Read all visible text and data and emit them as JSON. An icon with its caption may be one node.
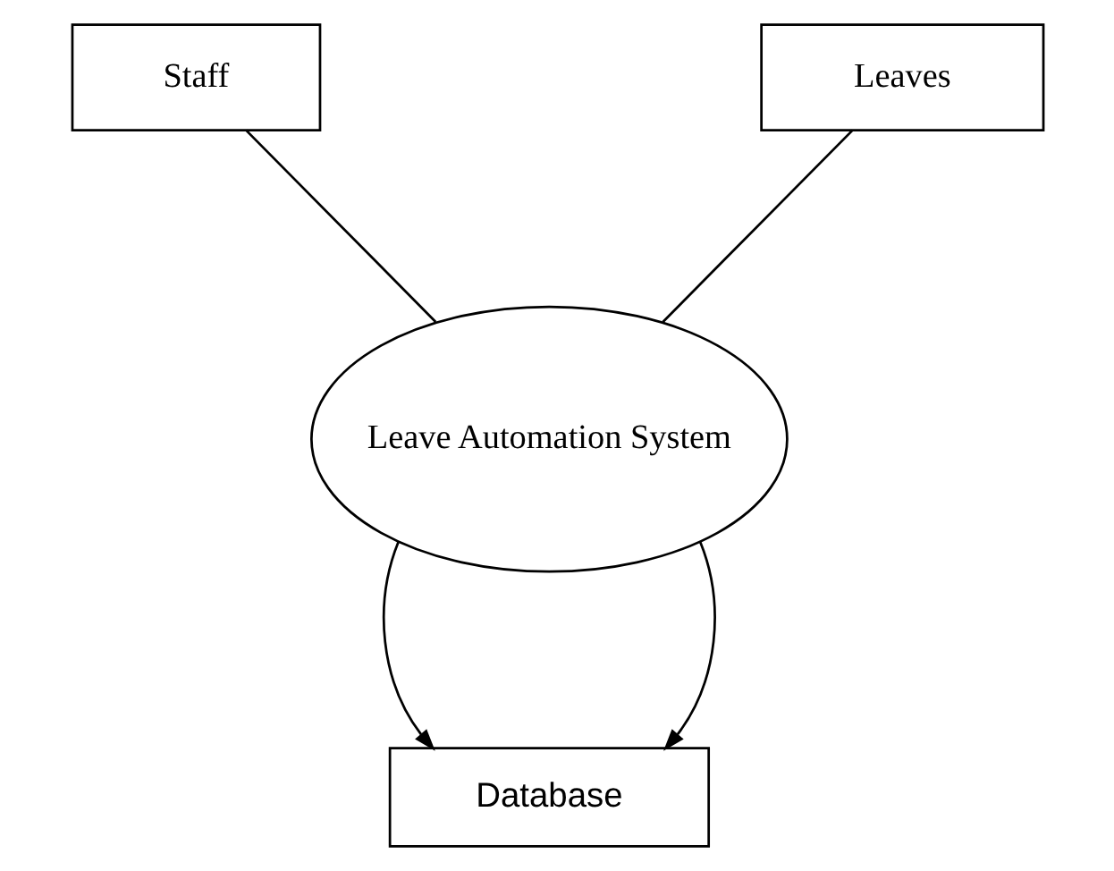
{
  "diagram": {
    "nodes": [
      {
        "text": [
          "Staff"
        ]
      },
      {
        "text": [
          "Leaves"
        ]
      },
      {
        "text": [
          "Leave Automation System"
        ]
      },
      {
        "text": [
          "Database"
        ]
      }
    ],
    "edges": [
      {
        "from": 0,
        "to": 2,
        "arrow": "none"
      },
      {
        "from": 1,
        "to": 2,
        "arrow": "none"
      },
      {
        "from": 2,
        "to": 3,
        "arrow": "to"
      },
      {
        "from": 2,
        "to": 3,
        "arrow": "to"
      }
    ]
  }
}
